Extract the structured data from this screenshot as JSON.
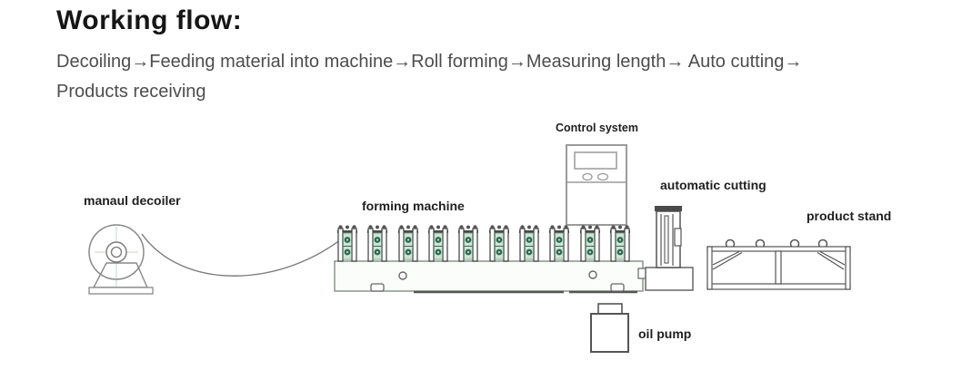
{
  "title": "Working flow:",
  "flow": {
    "line1": "Decoiling→Feeding material into machine→Roll forming→Measuring length→ Auto cutting→",
    "line2": "Products receiving"
  },
  "diagram": {
    "labels": {
      "decoiler": "manaul decoiler",
      "forming_machine": "forming machine",
      "control_system": "Control system",
      "automatic_cutting": "automatic cutting",
      "oil_pump": "oil pump",
      "product_stand": "product stand"
    },
    "colors": {
      "roller_dark_green": "#2e6a55",
      "roller_light_green": "#cfe3d4",
      "outline_gray": "#666666",
      "light_outline_gray": "#9a9a9a",
      "title_text": "#161616",
      "flow_text": "#4d4d4d"
    }
  }
}
